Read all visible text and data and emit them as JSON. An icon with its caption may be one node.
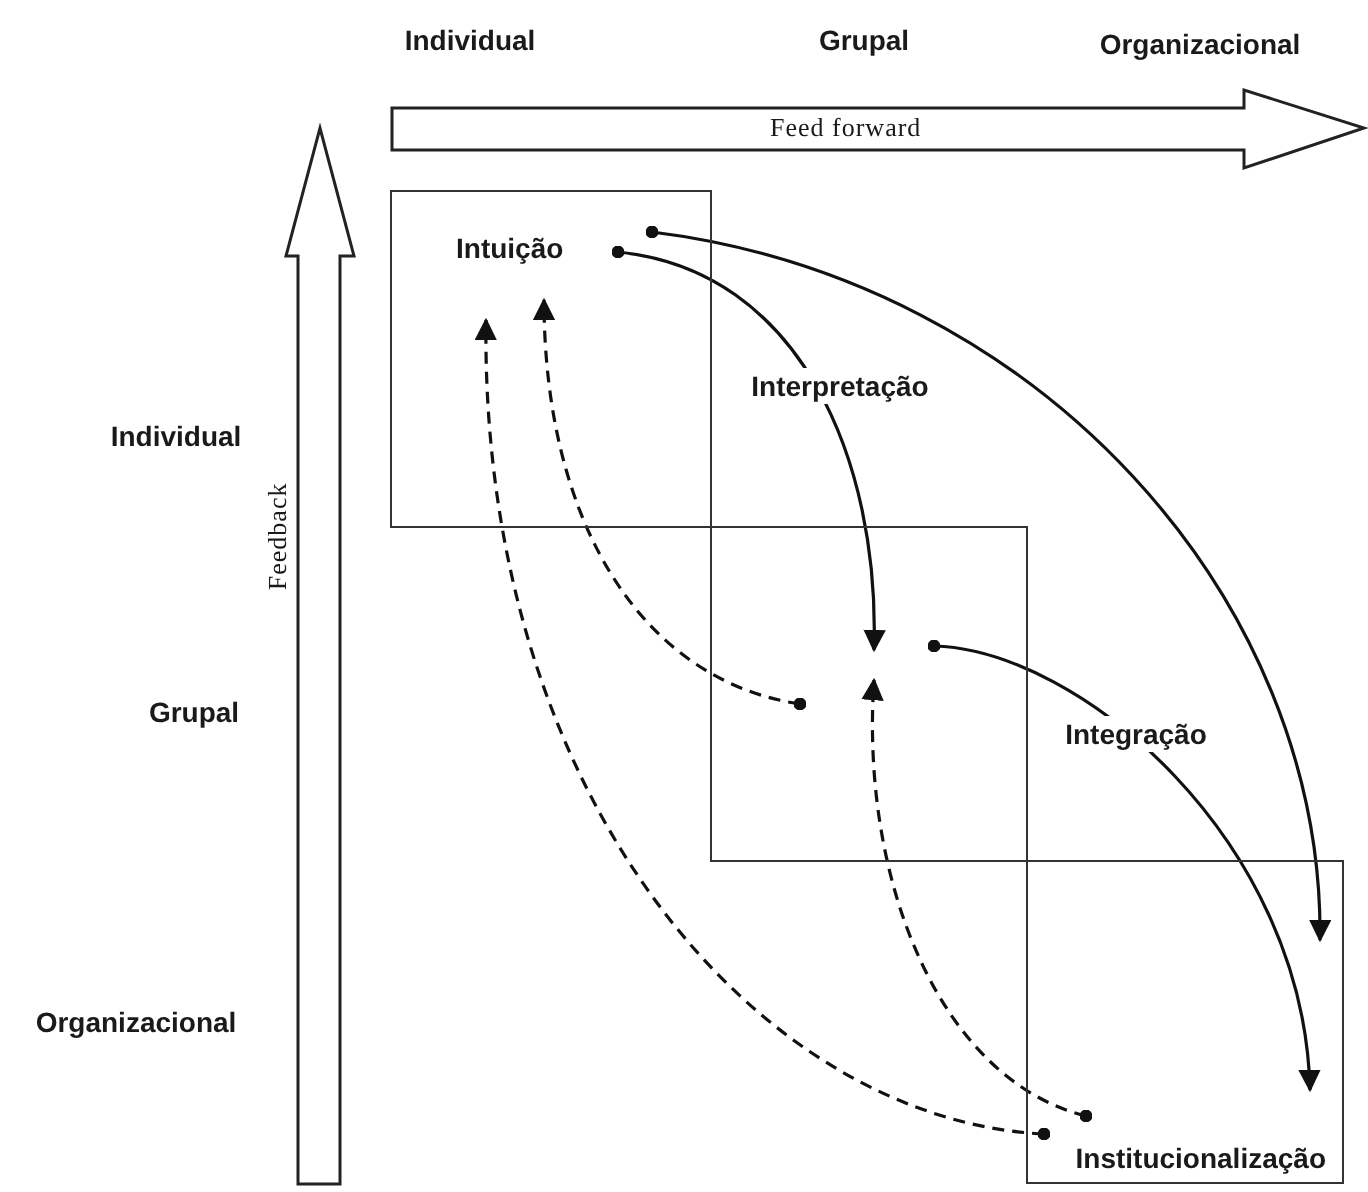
{
  "diagram": {
    "nodes": [
      {
        "text": [
          "Intuição"
        ]
      },
      {
        "text": [],
        "shape": "box"
      },
      {
        "text": [
          "Institucionalização"
        ]
      }
    ],
    "edges": [
      {
        "from": 0,
        "to": 1,
        "arrow": "to",
        "label": "Interpretação"
      },
      {
        "from": 0,
        "to": 2,
        "arrow": "to"
      },
      {
        "from": 1,
        "to": 2,
        "arrow": "to",
        "label": "Integração"
      },
      {
        "from": 1,
        "to": 0,
        "arrow": "to",
        "style": "dashed"
      },
      {
        "from": 2,
        "to": 1,
        "arrow": "to",
        "style": "dashed"
      },
      {
        "from": 2,
        "to": 0,
        "arrow": "to",
        "style": "dashed"
      }
    ],
    "labels": [
      "Individual",
      "Grupal",
      "Organizacional",
      "Feed forward",
      "Individual",
      "Feedback",
      "Grupal",
      "Organizacional"
    ]
  }
}
